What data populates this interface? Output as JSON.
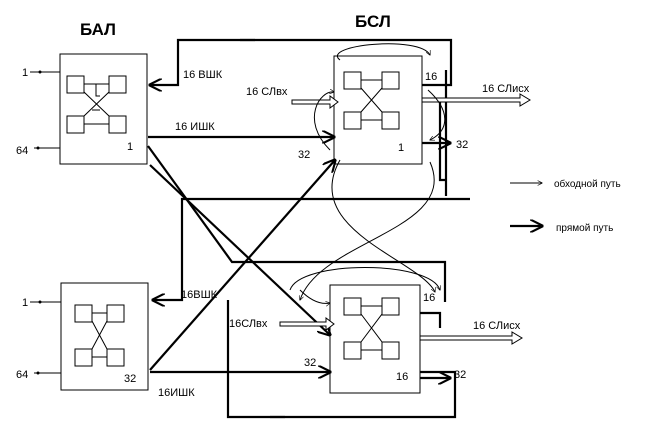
{
  "titles": {
    "bal": "БАЛ",
    "bsl": "БСЛ"
  },
  "bal_top": {
    "port_first": "1",
    "port_last": "64",
    "index": "1"
  },
  "bal_bottom": {
    "port_first": "1",
    "port_last": "64",
    "index": "32"
  },
  "bsl_top": {
    "index": "1",
    "in_count": "16",
    "out_count": "32",
    "in_left": "32"
  },
  "bsl_bottom": {
    "index": "16",
    "in_count": "16",
    "out_count": "32",
    "in_left": "32"
  },
  "links": {
    "vshk_top": "16 ВШК",
    "ishk_top": "16 ИШК",
    "vshk_bottom": "16ВШК",
    "ishk_bottom": "16ИШК",
    "sl_in_top": "16 СЛвх",
    "sl_out_top": "16 СЛисх",
    "sl_in_bottom": "16СЛвх",
    "sl_out_bottom": "16 СЛисх"
  },
  "legend": {
    "bypass": "обходной путь",
    "direct": "прямой путь"
  }
}
